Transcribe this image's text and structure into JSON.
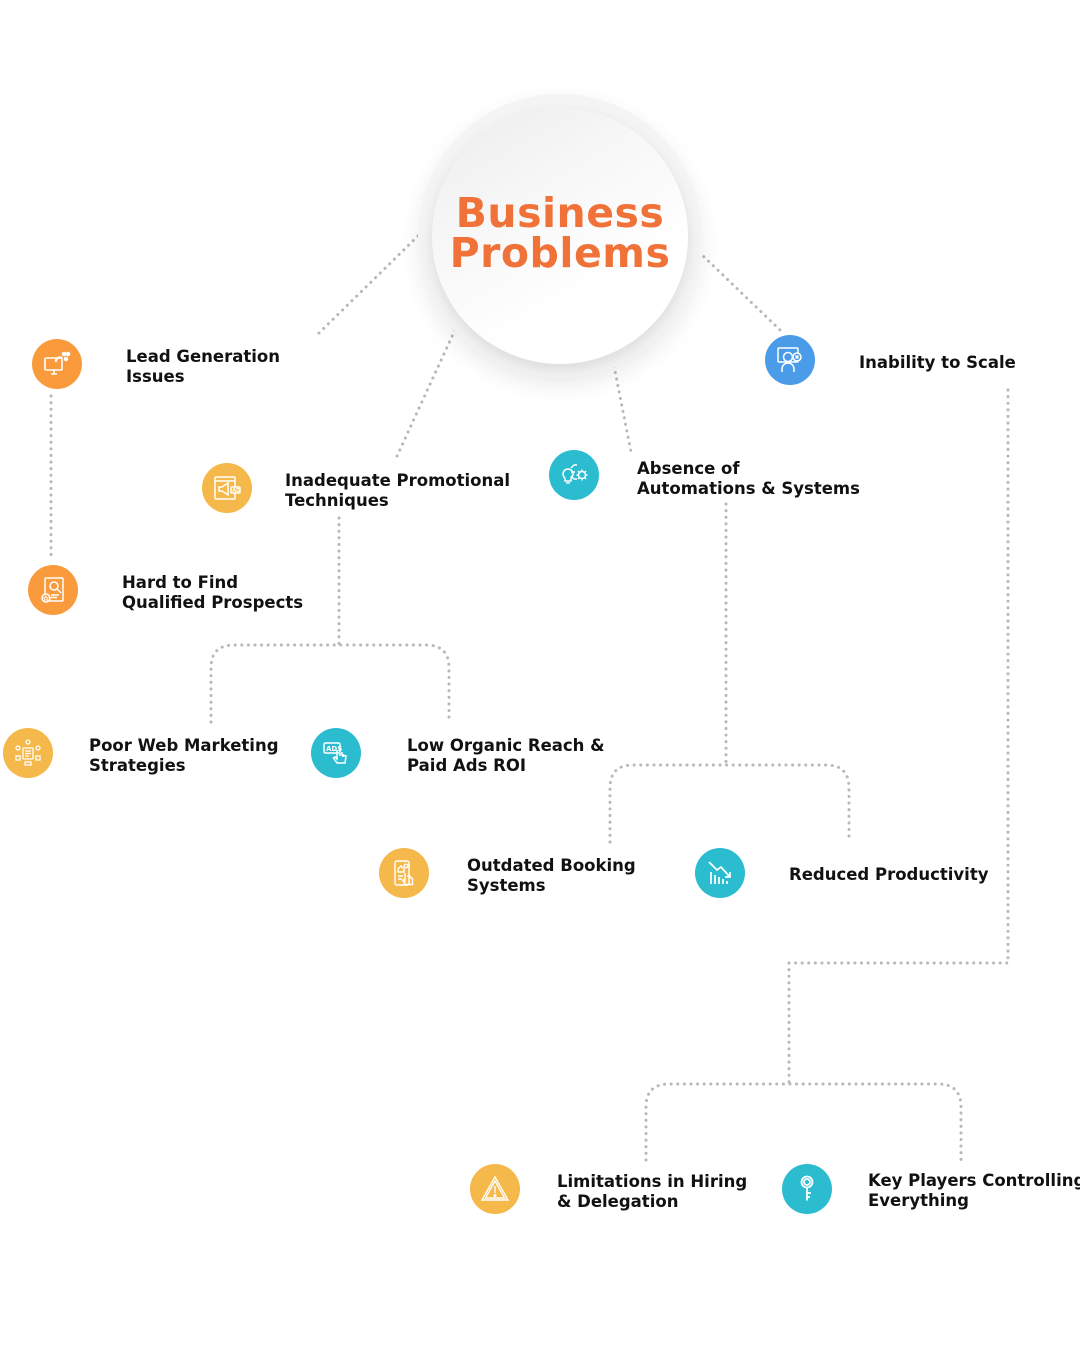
{
  "title": {
    "line1": "Business",
    "line2": "Problems",
    "color": "#f07238"
  },
  "colors": {
    "orange": "#f99a3d",
    "yellow": "#f5b84a",
    "teal": "#2bbcd0",
    "blue": "#4a9ce8",
    "connector": "#b8b8b8"
  },
  "nodes": {
    "lead_generation": {
      "line1": "Lead Generation",
      "line2": "Issues",
      "icon": "monitor-magnet-users-icon",
      "color": "#f99a3d"
    },
    "qualified_prospects": {
      "line1": "Hard to Find",
      "line2": "Qualified Prospects",
      "icon": "profile-search-star-icon",
      "color": "#f99a3d"
    },
    "promotional": {
      "line1": "Inadequate Promotional",
      "line2": "Techniques",
      "icon": "megaphone-ad-icon",
      "color": "#f5b84a"
    },
    "web_marketing": {
      "line1": "Poor Web Marketing",
      "line2": "Strategies",
      "icon": "marketing-strategy-icon",
      "color": "#f5b84a"
    },
    "organic_reach": {
      "line1": "Low Organic Reach &",
      "line2": "Paid Ads ROI",
      "icon": "ads-click-icon",
      "color": "#2bbcd0"
    },
    "automations": {
      "line1": "Absence of",
      "line2": "Automations & Systems",
      "icon": "lightbulb-gear-icon",
      "color": "#2bbcd0"
    },
    "booking": {
      "line1": "Outdated Booking",
      "line2": "Systems",
      "icon": "mobile-booking-icon",
      "color": "#f5b84a"
    },
    "productivity": {
      "line1": "Reduced Productivity",
      "line2": "",
      "icon": "declining-chart-icon",
      "color": "#2bbcd0"
    },
    "scale": {
      "line1": "Inability to Scale",
      "line2": "",
      "icon": "user-monitor-x-icon",
      "color": "#4a9ce8"
    },
    "hiring": {
      "line1": "Limitations in Hiring",
      "line2": "& Delegation",
      "icon": "warning-triangle-icon",
      "color": "#f5b84a"
    },
    "key_players": {
      "line1": "Key Players Controlling",
      "line2": "Everything",
      "icon": "key-icon",
      "color": "#2bbcd0"
    }
  }
}
